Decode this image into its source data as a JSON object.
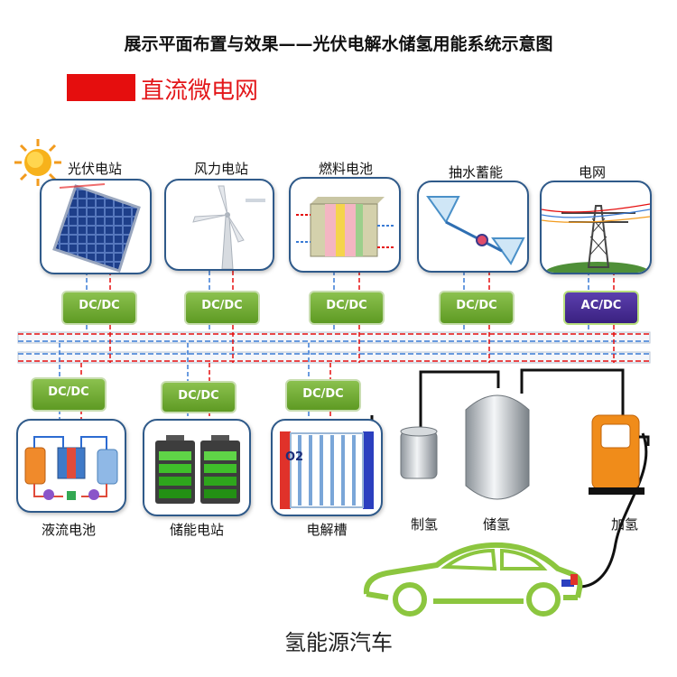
{
  "title": "展示平面布置与效果——光伏电解水储氢用能系统示意图",
  "legend": {
    "label": "直流微电网",
    "color": "#e50e0e"
  },
  "sources": [
    {
      "id": "pv",
      "label": "光伏电站",
      "converter": "DC/DC"
    },
    {
      "id": "wind",
      "label": "风力电站",
      "converter": "DC/DC"
    },
    {
      "id": "fuel-cell",
      "label": "燃料电池",
      "converter": "DC/DC"
    },
    {
      "id": "pumped-hydro",
      "label": "抽水蓄能",
      "converter": "DC/DC"
    },
    {
      "id": "grid",
      "label": "电网",
      "converter": "AC/DC"
    }
  ],
  "loads": [
    {
      "id": "flow-battery",
      "label": "液流电池",
      "converter": "DC/DC"
    },
    {
      "id": "storage-station",
      "label": "储能电站",
      "converter": "DC/DC"
    },
    {
      "id": "electrolyzer",
      "label": "电解槽",
      "converter": "DC/DC"
    }
  ],
  "hydrogen_chain": [
    {
      "id": "h2-production",
      "label": "制氢"
    },
    {
      "id": "h2-storage",
      "label": "储氢"
    },
    {
      "id": "h2-refuel",
      "label": "加氢"
    }
  ],
  "electrolyzer_mark": "O2",
  "footer": "氢能源汽车",
  "colors": {
    "bus_red": "#e50e0e",
    "bus_blue": "#3a7bd5",
    "converter_green": "#6aa82e",
    "converter_purple": "#4a2d95",
    "car_green": "#8cc63f"
  }
}
